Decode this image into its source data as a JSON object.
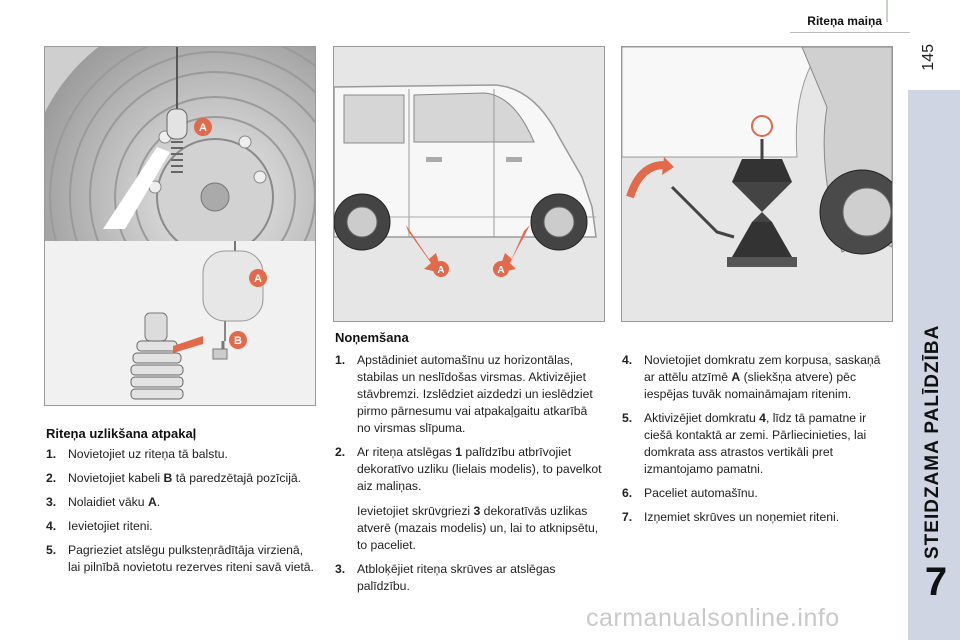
{
  "header": {
    "title": "Riteņa maiņa",
    "page_number": "145"
  },
  "sidebar": {
    "chapter_title": "STEIDZAMA PALĪDZĪBA",
    "chapter_number": "7"
  },
  "figures": {
    "callout_a": "A",
    "callout_b": "B"
  },
  "left_section": {
    "title": "Riteņa uzlikšana atpakaļ",
    "steps": [
      {
        "num": "1.",
        "text": "Novietojiet uz riteņa tā balstu."
      },
      {
        "num": "2.",
        "text_before": "Novietojiet kabeli ",
        "bold": "B",
        "text_after": " tā paredzētajā pozīcijā."
      },
      {
        "num": "3.",
        "text_before": "Nolaidiet vāku ",
        "bold": "A",
        "text_after": "."
      },
      {
        "num": "4.",
        "text": "Ievietojiet riteni."
      },
      {
        "num": "5.",
        "text": "Pagrieziet atslēgu pulksteņrādītāja virzienā, lai pilnībā novietotu rezerves riteni savā vietā."
      }
    ]
  },
  "middle_section": {
    "title": "Noņemšana",
    "steps": [
      {
        "num": "1.",
        "text": "Apstādiniet automašīnu uz horizontālas, stabilas un neslīdošas virsmas. Aktivizējiet stāvbremzi. Izslēdziet aizdedzi un ieslēdziet pirmo pārnesumu vai atpakaļgaitu atkarībā no virsmas slīpuma."
      },
      {
        "num": "2.",
        "text_before": "Ar riteņa atslēgas ",
        "bold": "1",
        "text_after": " palīdzību atbrīvojiet dekoratīvo uzliku (lielais modelis), to pavelkot aiz maliņas.",
        "sub_before": "Ievietojiet skrūvgriezi ",
        "sub_bold": "3",
        "sub_after": " dekoratīvās uzlikas atverē (mazais modelis) un, lai to atknipsētu, to paceliet."
      },
      {
        "num": "3.",
        "text": "Atbloķējiet riteņa skrūves ar atslēgas palīdzību."
      }
    ]
  },
  "right_section": {
    "steps": [
      {
        "num": "4.",
        "text_before": "Novietojiet domkratu zem korpusa, saskaņā ar attēlu atzīmē ",
        "bold": "A",
        "text_after": " (sliekšņa atvere) pēc iespējas tuvāk nomaināmajam ritenim."
      },
      {
        "num": "5.",
        "text_before": "Aktivizējiet domkratu ",
        "bold": "4",
        "text_after": ", līdz tā pamatne ir ciešā kontaktā ar zemi. Pārliecinieties, lai domkrata ass atrastos vertikāli pret izmantojamo pamatni."
      },
      {
        "num": "6.",
        "text": "Paceliet automašīnu."
      },
      {
        "num": "7.",
        "text": "Izņemiet skrūves un noņemiet riteni."
      }
    ]
  },
  "watermark": "carmanualsonline.info"
}
